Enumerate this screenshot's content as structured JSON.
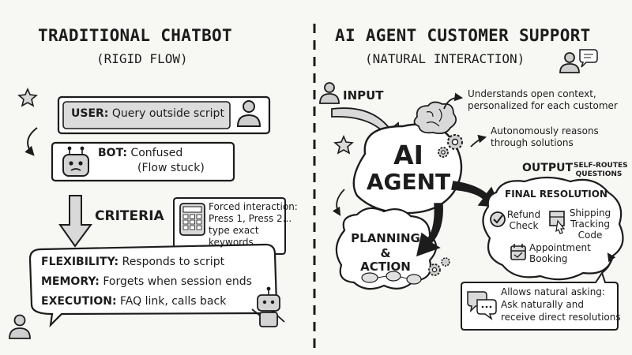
{
  "left": {
    "title": "TRADITIONAL CHATBOT",
    "subtitle": "(RIGID FLOW)",
    "user_label": "USER:",
    "user_text": "Query outside script",
    "bot_label": "BOT:",
    "bot_text_1": "Confused",
    "bot_text_2": "(Flow stuck)",
    "criteria": "CRITERIA",
    "forced_1": "Forced interaction:",
    "forced_2": "Press 1, Press 2...",
    "forced_3": "type exact",
    "forced_4": "keywords",
    "flex_label": "FLEXIBILITY:",
    "flex_text": "Responds to script",
    "memory_label": "MEMORY:",
    "memory_text": "Forgets when session ends",
    "exec_label": "EXECUTION:",
    "exec_text": "FAQ link, calls back"
  },
  "right": {
    "title": "AI AGENT CUSTOMER SUPPORT",
    "subtitle": "(NATURAL INTERACTION)",
    "input": "INPUT",
    "understands_1": "Understands open context,",
    "understands_2": "personalized for each customer",
    "reasons_1": "Autonomously reasons",
    "reasons_2": "through solutions",
    "ai": "AI",
    "agent": "AGENT",
    "output": "OUTPUT",
    "self_routes_1": "SELF-ROUTES",
    "self_routes_2": "QUESTIONS",
    "final": "FINAL RESOLUTION",
    "refund_1": "Refund",
    "refund_2": "Check",
    "shipping_1": "Shipping",
    "shipping_2": "Tracking",
    "shipping_3": "Code",
    "appt_1": "Appointment",
    "appt_2": "Booking",
    "planning": "PLANNING",
    "amp": "&",
    "action": "ACTION",
    "natural_1": "Allows natural asking:",
    "natural_2": "Ask naturally and",
    "natural_3": "receive direct resolutions"
  },
  "icons": [
    "star-icon",
    "user-icon",
    "robot-icon",
    "keypad-icon",
    "brain-icon",
    "gear-icon",
    "checkmark-icon",
    "shipping-box-icon",
    "calendar-icon",
    "chat-bubbles-icon",
    "support-agent-icon"
  ]
}
